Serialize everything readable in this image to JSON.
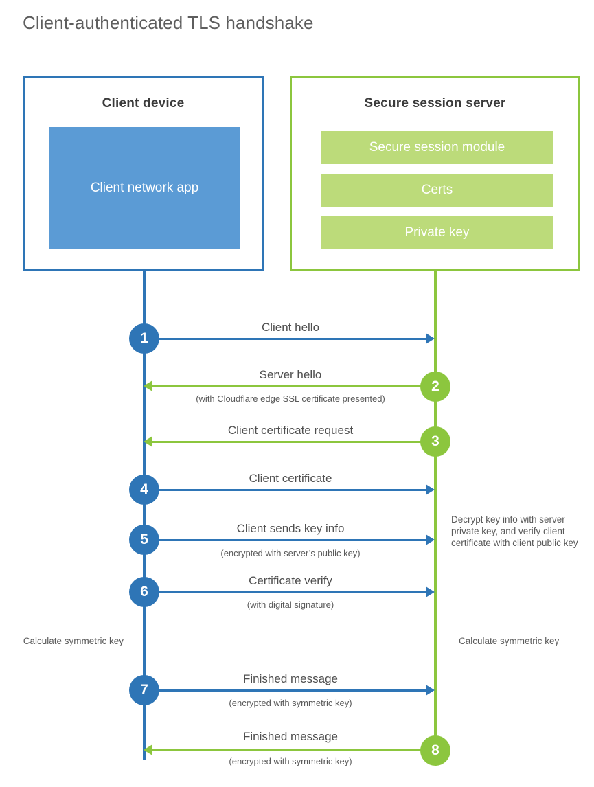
{
  "title": "Client-authenticated TLS handshake",
  "colors": {
    "blue_border": "#2E75B6",
    "blue_fill": "#5B9BD5",
    "green_border": "#8CC63E",
    "green_fill": "#BCDB7A",
    "text": "#4f4f4f"
  },
  "client": {
    "title": "Client device",
    "app_label": "Client network app"
  },
  "server": {
    "title": "Secure session server",
    "components": [
      {
        "label": "Secure session module"
      },
      {
        "label": "Certs"
      },
      {
        "label": "Private key"
      }
    ]
  },
  "steps": [
    {
      "number": "1",
      "label": "Client hello",
      "sublabel": "",
      "direction": "client-to-server",
      "color": "blue"
    },
    {
      "number": "2",
      "label": "Server hello",
      "sublabel": "(with Cloudflare edge SSL certificate presented)",
      "direction": "server-to-client",
      "color": "green"
    },
    {
      "number": "3",
      "label": "Client certificate request",
      "sublabel": "",
      "direction": "server-to-client",
      "color": "green"
    },
    {
      "number": "4",
      "label": "Client certificate",
      "sublabel": "",
      "direction": "client-to-server",
      "color": "blue"
    },
    {
      "number": "5",
      "label": "Client sends key info",
      "sublabel": "(encrypted with server’s public key)",
      "direction": "client-to-server",
      "color": "blue"
    },
    {
      "number": "6",
      "label": "Certificate verify",
      "sublabel": "(with digital signature)",
      "direction": "client-to-server",
      "color": "blue"
    },
    {
      "number": "7",
      "label": "Finished message",
      "sublabel": "(encrypted with symmetric key)",
      "direction": "client-to-server",
      "color": "blue"
    },
    {
      "number": "8",
      "label": "Finished message",
      "sublabel": "(encrypted with symmetric key)",
      "direction": "server-to-client",
      "color": "green"
    }
  ],
  "notes": {
    "decrypt": "Decrypt key info with server private key, and verify client certificate with client public key",
    "calculate_left": "Calculate symmetric key",
    "calculate_right": "Calculate symmetric key"
  }
}
